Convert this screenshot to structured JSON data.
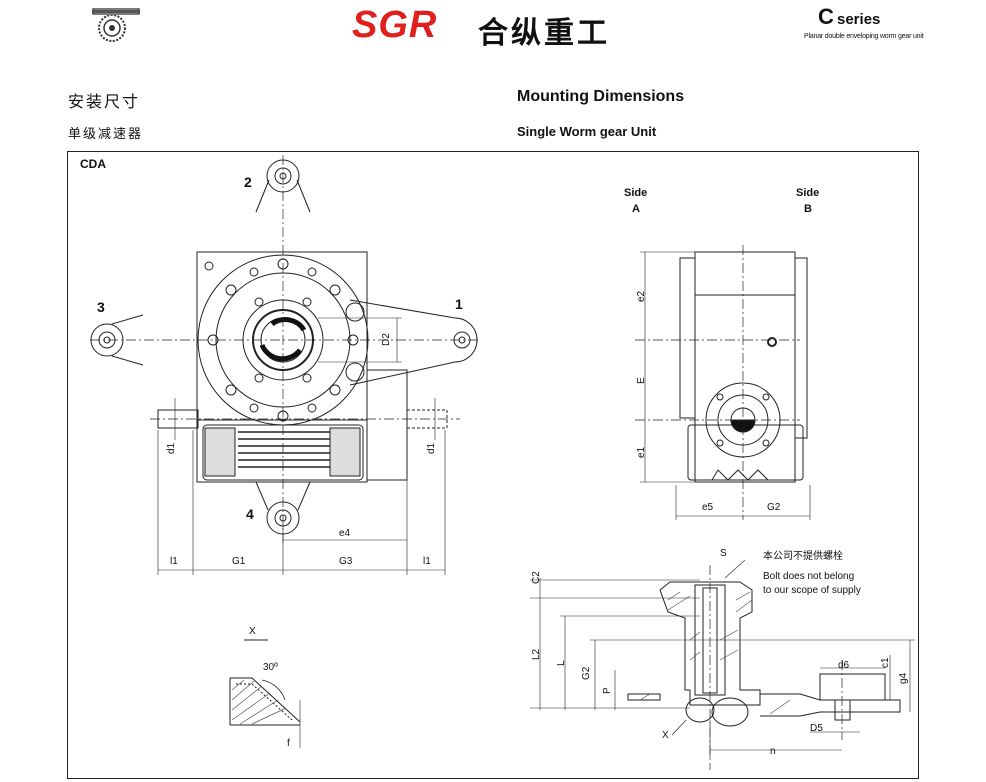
{
  "header": {
    "brand": "SGR",
    "brand_cn": "合纵重工",
    "series_letter": "C",
    "series_word": "series",
    "series_subtitle": "Planar double enveloping worm gear unit"
  },
  "titles": {
    "cn_title": "安装尺寸",
    "en_title": "Mounting Dimensions",
    "cn_subtitle": "单级减速器",
    "en_subtitle": "Single Worm gear Unit"
  },
  "drawing": {
    "model": "CDA",
    "positions": [
      "1",
      "2",
      "3",
      "4"
    ],
    "side_a": [
      "Side",
      "A"
    ],
    "side_b": [
      "Side",
      "B"
    ],
    "dims_front": {
      "D2": "D2",
      "d1": "d1",
      "e4": "e4",
      "l1": "l1",
      "G1": "G1",
      "G3": "G3"
    },
    "dims_side": {
      "e2": "e2",
      "E": "E",
      "e1": "e1",
      "e5": "e5",
      "G2": "G2"
    },
    "detail_x": {
      "label": "X",
      "angle": "30º",
      "f": "f"
    },
    "section": {
      "S": "S",
      "note_cn": "本公司不提供螺栓",
      "note_en_1": "Bolt does not belong",
      "note_en_2": "to our scope of supply",
      "labels": {
        "C2": "C2",
        "L2": "L2",
        "L": "L",
        "G2": "G2",
        "P": "P",
        "d6": "d6",
        "c1": "c1",
        "g4": "g4",
        "D5": "D5",
        "n": "n",
        "X": "X"
      }
    }
  }
}
